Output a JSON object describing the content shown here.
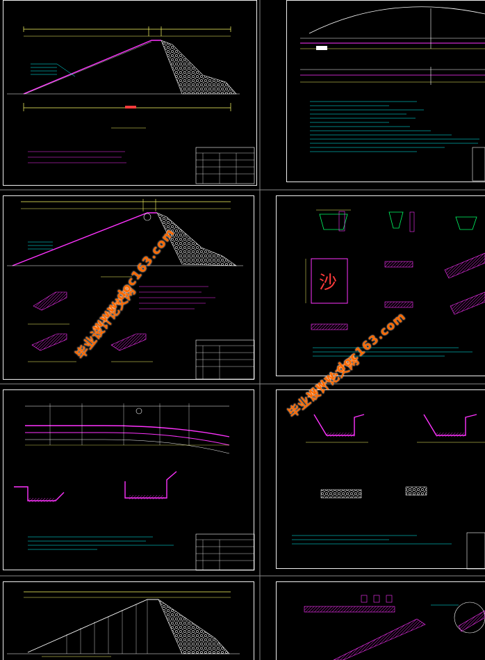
{
  "watermarks": [
    {
      "cn": "毕业设计论文网",
      "url": "www.doc163.com"
    },
    {
      "cn": "毕业设计论文网",
      "url": "www.doc163.com"
    }
  ],
  "sheets": [
    {
      "id": "s1",
      "title_block_label": ""
    },
    {
      "id": "s2",
      "title_block_label": ""
    },
    {
      "id": "s3",
      "title_block_label": ""
    },
    {
      "id": "s4",
      "title_block_label": ""
    },
    {
      "id": "s5",
      "title_block_label": ""
    },
    {
      "id": "s6",
      "title_block_label": ""
    },
    {
      "id": "s7",
      "title_block_label": ""
    },
    {
      "id": "s8",
      "title_block_label": ""
    }
  ],
  "symbol_char": "沙",
  "colors": {
    "background": "#000000",
    "frame": "#f0f0f0",
    "dimension": "#ffff66",
    "section": "#ff33ff",
    "rock": "#ffffff",
    "note": "#00ffff",
    "accent": "#ff3b3b",
    "watermark": "#ff6a00"
  }
}
